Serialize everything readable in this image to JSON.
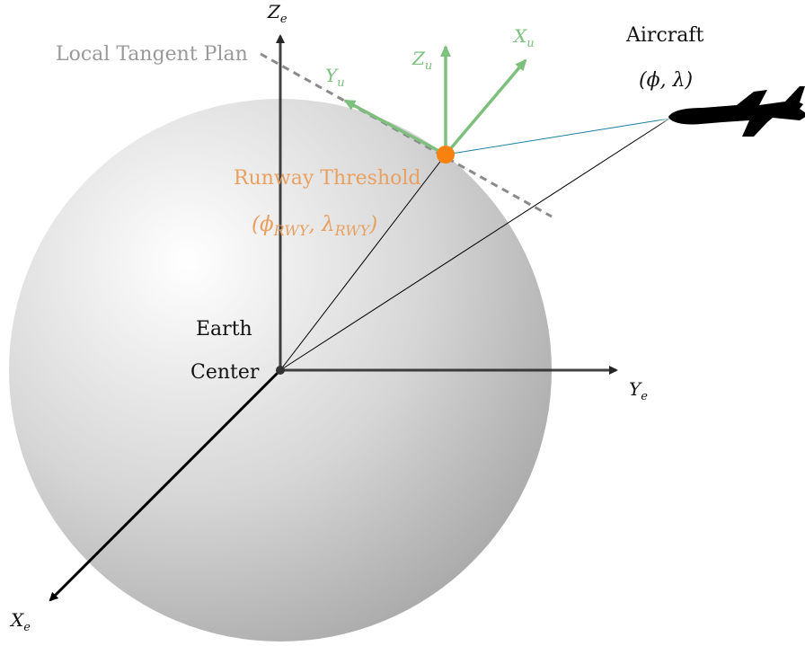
{
  "labels": {
    "local_tangent_plan": "Local Tangent Plan",
    "aircraft": "Aircraft",
    "aircraft_coords": "(ϕ, λ)",
    "runway_threshold": "Runway Threshold",
    "runway_coords_phi": "(ϕ",
    "runway_coords_phi_sub": "RWY",
    "runway_coords_mid": ", λ",
    "runway_coords_lambda_sub": "RWY",
    "runway_coords_close": ")",
    "earth_line1": "Earth",
    "earth_line2": "Center"
  },
  "axes": {
    "ze": {
      "letter": "Z",
      "sub": "e"
    },
    "ye": {
      "letter": "Y",
      "sub": "e"
    },
    "xe": {
      "letter": "X",
      "sub": "e"
    },
    "zu": {
      "letter": "Z",
      "sub": "u"
    },
    "xu": {
      "letter": "X",
      "sub": "u"
    },
    "yu": {
      "letter": "Y",
      "sub": "u"
    }
  },
  "colors": {
    "earth_axis": "#444444",
    "black": "#000000",
    "local_axis": "#7dbf7d",
    "tangent_plane": "#9a9a9a",
    "runway": "#f08a24",
    "runway_label": "#e8a060",
    "aircraft_line": "#1a7fa0",
    "sphere_light": "#ffffff",
    "sphere_dark": "#a8a8a8"
  },
  "icons": {
    "aircraft": "airplane-silhouette-icon"
  }
}
